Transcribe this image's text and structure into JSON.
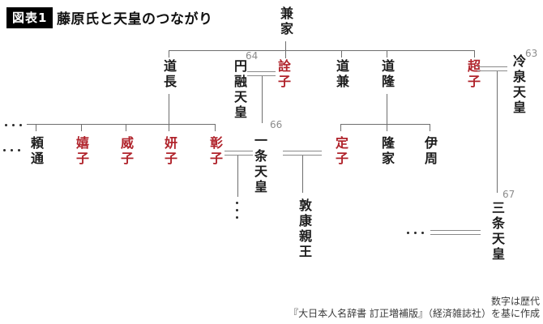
{
  "header": {
    "badge": "図表1",
    "title": "藤原氏と天皇のつながり"
  },
  "people": [
    {
      "name": "兼家",
      "highlight": false
    },
    {
      "name": "道長",
      "highlight": false
    },
    {
      "name": "円融天皇",
      "highlight": false
    },
    {
      "name": "詮子",
      "highlight": true
    },
    {
      "name": "道兼",
      "highlight": false
    },
    {
      "name": "道隆",
      "highlight": false
    },
    {
      "name": "超子",
      "highlight": true
    },
    {
      "name": "冷泉天皇",
      "highlight": false
    },
    {
      "name": "頼通",
      "highlight": false
    },
    {
      "name": "嬉子",
      "highlight": true
    },
    {
      "name": "威子",
      "highlight": true
    },
    {
      "name": "妍子",
      "highlight": true
    },
    {
      "name": "彰子",
      "highlight": true
    },
    {
      "name": "一条天皇",
      "highlight": false
    },
    {
      "name": "定子",
      "highlight": true
    },
    {
      "name": "隆家",
      "highlight": false
    },
    {
      "name": "伊周",
      "highlight": false
    },
    {
      "name": "敦康親王",
      "highlight": false
    },
    {
      "name": "三条天皇",
      "highlight": false
    }
  ],
  "reign_numbers": [
    {
      "value": "64",
      "emperor": "円融天皇"
    },
    {
      "value": "66",
      "emperor": "一条天皇"
    },
    {
      "value": "63",
      "emperor": "冷泉天皇"
    },
    {
      "value": "67",
      "emperor": "三条天皇"
    }
  ],
  "caption": {
    "line1": "数字は歴代",
    "line2": "『大日本人名辞書 訂正増補版』（経済雑誌社）を基に作成"
  },
  "colors": {
    "highlight_red": "#b0232b",
    "text_black": "#1c1c1c",
    "number_gray": "#8c8c8c",
    "line_gray": "#6e6e6e",
    "marriage_line_gray": "#8a8a8a",
    "badge_bg": "#000000",
    "badge_text": "#ffffff",
    "background": "#ffffff"
  }
}
